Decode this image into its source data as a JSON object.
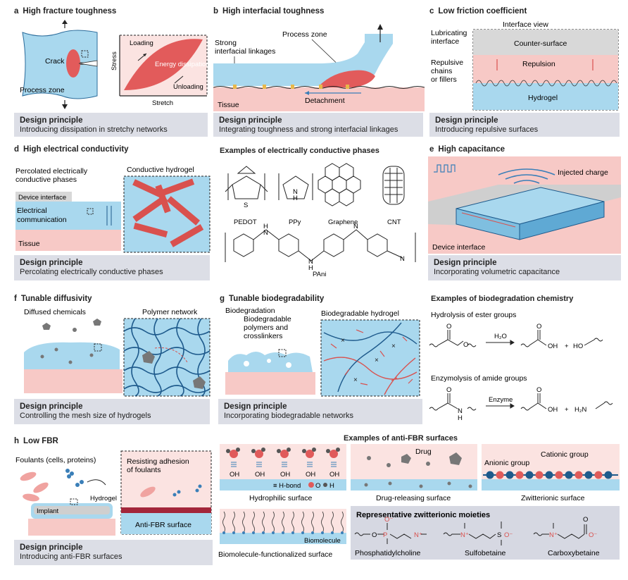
{
  "colors": {
    "hydrogel": "#a9d8ee",
    "tissue": "#f7c9c6",
    "pink": "#e05a5a",
    "panel_bg": "#dcdee6",
    "dark_blue": "#1e5a8c",
    "red_rod": "#d9514e"
  },
  "panels": {
    "a": {
      "letter": "a",
      "title": "High fracture toughness",
      "crack": "Crack",
      "process_zone": "Process zone",
      "loading": "Loading",
      "energy": "Energy dissipation",
      "unloading": "Unloading",
      "stress": "Stress",
      "stretch": "Stretch",
      "dp_head": "Design principle",
      "dp_text": "Introducing dissipation in stretchy networks"
    },
    "b": {
      "letter": "b",
      "title": "High interfacial toughness",
      "process_zone": "Process zone",
      "linkages": "Strong interfacial linkages",
      "tissue": "Tissue",
      "detachment": "Detachment",
      "dp_head": "Design principle",
      "dp_text": "Integrating toughness and strong interfacial linkages"
    },
    "c": {
      "letter": "c",
      "title": "Low friction coefficient",
      "interface_view": "Interface view",
      "lubricating": "Lubricating interface",
      "counter": "Counter-surface",
      "repulsion": "Repulsion",
      "repulsive": "Repulsive chains or fillers",
      "hydrogel": "Hydrogel",
      "dp_head": "Design principle",
      "dp_text": "Introducing repulsive surfaces"
    },
    "d": {
      "letter": "d",
      "title": "High electrical conductivity",
      "percolated": "Percolated electrically conductive phases",
      "conductive_hydrogel": "Conductive hydrogel",
      "device_interface": "Device interface",
      "electrical": "Electrical communication",
      "tissue": "Tissue",
      "dp_head": "Design principle",
      "dp_text": "Percolating electrically conductive phases"
    },
    "d_examples": {
      "title": "Examples of electrically conductive phases",
      "pedot": "PEDOT",
      "ppy": "PPy",
      "graphene": "Graphene",
      "cnt": "CNT",
      "pani": "PAni"
    },
    "e": {
      "letter": "e",
      "title": "High capacitance",
      "injected": "Injected charge",
      "device_interface": "Device interface",
      "dp_head": "Design principle",
      "dp_text": "Incorporating volumetric capacitance"
    },
    "f": {
      "letter": "f",
      "title": "Tunable diffusivity",
      "diffused": "Diffused chemicals",
      "polymer": "Polymer network",
      "dp_head": "Design principle",
      "dp_text": "Controlling the mesh size of hydrogels"
    },
    "g": {
      "letter": "g",
      "title": "Tunable biodegradability",
      "biodegradation": "Biodegradation",
      "biopolymers": "Biodegradable polymers and crosslinkers",
      "biohydrogel": "Biodegradable hydrogel",
      "dp_head": "Design principle",
      "dp_text": "Incorporating biodegradable networks"
    },
    "g_examples": {
      "title": "Examples of biodegradation chemistry",
      "hydrolysis": "Hydrolysis of ester groups",
      "enzymolysis": "Enzymolysis of amide groups",
      "h2o": "H₂O",
      "enzyme": "Enzyme",
      "oh": "OH",
      "plus": "+",
      "ho": "HO",
      "h2n": "H₂N"
    },
    "h": {
      "letter": "h",
      "title": "Low FBR",
      "foulants": "Foulants (cells, proteins)",
      "hydrogel": "Hydrogel",
      "implant": "Implant",
      "resisting": "Resisting adhesion of foulants",
      "anti_fbr": "Anti-FBR surface",
      "dp_head": "Design principle",
      "dp_text": "Introducing anti-FBR surfaces"
    },
    "h_examples": {
      "title": "Examples of anti-FBR surfaces",
      "hydrophilic": "Hydrophilic surface",
      "hbond": "H-bond",
      "o": "O",
      "hh": "H",
      "drug": "Drug",
      "drug_releasing": "Drug-releasing surface",
      "anionic": "Anionic group",
      "cationic": "Cationic group",
      "zwitterionic": "Zwitterionic surface",
      "biomolecule": "Biomolecule",
      "biomolecule_surface": "Biomolecule-functionalized surface",
      "moieties_title": "Representative zwitterionic moieties",
      "pc": "Phosphatidylcholine",
      "sb": "Sulfobetaine",
      "cb": "Carboxybetaine"
    }
  }
}
